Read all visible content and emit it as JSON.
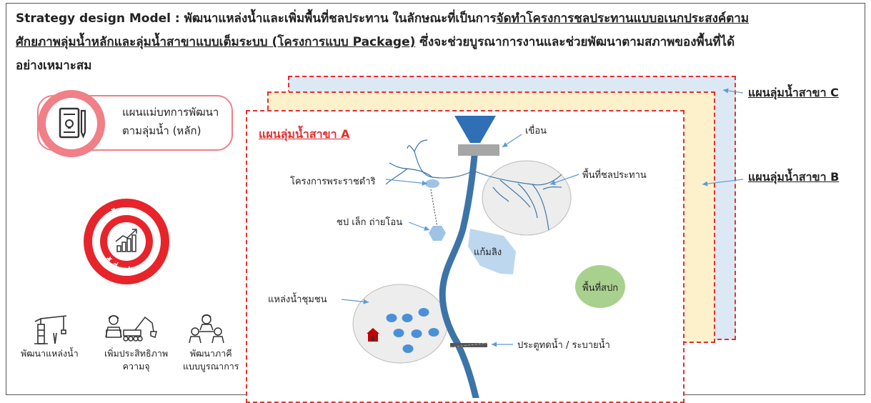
{
  "title": {
    "line1_plain": "Strategy design Model : พัฒนาแหล่งน้ำและเพิ่มพื้นที่ชลประทาน ในลักษณะที่เป็นการ",
    "line1_underline": "จัดทำโครงการชลประทานแบบอเนกประสงค์ตาม",
    "line2_underline": "ศักยภาพลุ่มน้ำหลักและลุ่มน้ำสาขาแบบเต็มระบบ (โครงการแบบ Package)",
    "line2_plain": " ซึ่งจะช่วยบูรณาการงานและช่วยพัฒนาตามสภาพของพื้นที่ได้",
    "line3_plain": "อย่างเหมาะสม"
  },
  "header_card": {
    "line1": "แผนแม่บทการพัฒนา",
    "line2": "ตามลุ่มน้ำ (หลัก)",
    "icon": "blueprint-icon"
  },
  "target": {
    "top_label": "เป้าหมาย",
    "bottom_label": "พื้นที่ชลประทาน",
    "icon": "growth-chart-icon"
  },
  "bottom_icons": [
    {
      "label": "พัฒนาแหล่งน้ำ",
      "icon": "crane-icon"
    },
    {
      "label_line1": "เพิ่มประสิทธิภาพ",
      "label_line2": "ความจุ",
      "icon": "construction-icon"
    },
    {
      "label_line1": "พัฒนาภาคี",
      "label_line2": "แบบบูรณาการ",
      "icon": "partners-icon"
    }
  ],
  "panels": {
    "a": "แผนลุ่มน้ำสาขา A",
    "b": "แผนลุ่มน้ำสาขา B",
    "c": "แผนลุ่มน้ำสาขา C"
  },
  "map_labels": {
    "dam": "เขื่อน",
    "irrigation_area": "พื้นที่ชลประทาน",
    "royal_project": "โครงการพระราชดำริ",
    "small_irrigation": "ชป เล็ก ถ่ายโอน",
    "monkey_cheek": "แก้มลิง",
    "land_reform": "พื้นที่สปก",
    "community_water": "แหล่งน้ำชุมชน",
    "sluice_gate": "ประตูทดน้ำ / ระบายน้ำ"
  },
  "colors": {
    "dash_red": "#e52e2e",
    "panel_c_fill": "#dde8f5",
    "panel_b_fill": "#fdf1cc",
    "river_blue": "#3d74a8",
    "dam_blue": "#2e6fb5",
    "pond_blue": "#5b9bd5",
    "land_green": "#a9d18e",
    "light_blue_shape": "#bdd7ee"
  }
}
